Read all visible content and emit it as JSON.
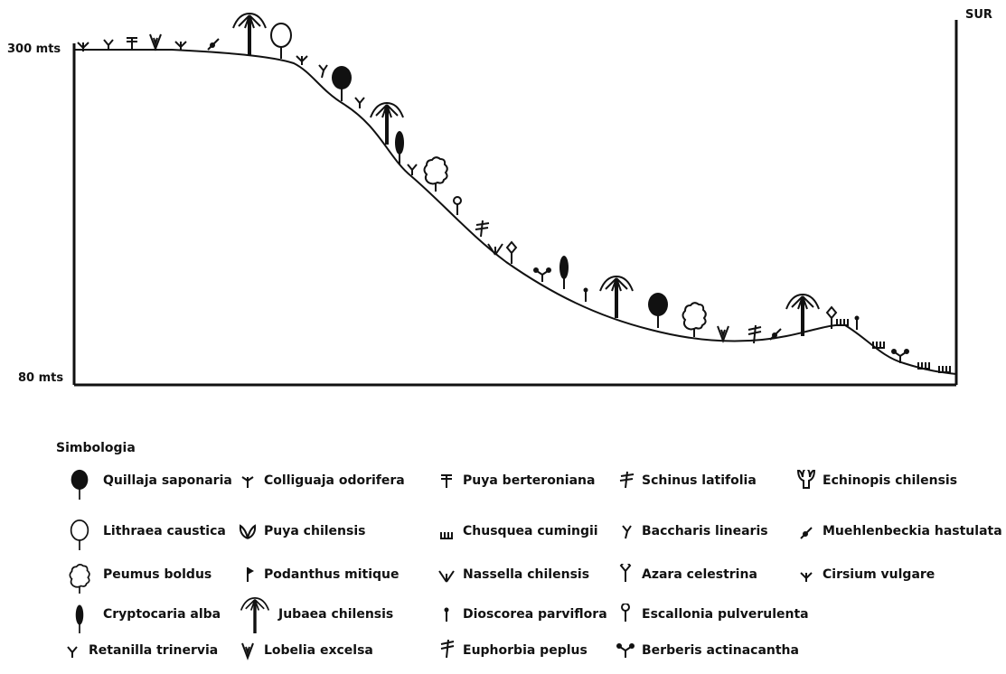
{
  "diagram": {
    "top_elevation_label": "300 mts",
    "bottom_elevation_label": "80 mts",
    "direction_label": "SUR"
  },
  "legend": {
    "title": "Simbologia",
    "items": [
      {
        "key": "quillaja",
        "label": "Quillaja saponaria",
        "icon": "filled-round-tree-icon"
      },
      {
        "key": "lithraea",
        "label": "Lithraea caustica",
        "icon": "hollow-round-tree-icon"
      },
      {
        "key": "peumus",
        "label": "Peumus boldus",
        "icon": "cloud-tree-icon"
      },
      {
        "key": "cryptocarya",
        "label": "Cryptocaria alba",
        "icon": "oval-tree-icon"
      },
      {
        "key": "retanilla",
        "label": "Retanilla trinervia",
        "icon": "y-shrub-icon"
      },
      {
        "key": "colliguaja",
        "label": "Colliguaja odorifera",
        "icon": "trident-shrub-icon"
      },
      {
        "key": "puyachil",
        "label": "Puya chilensis",
        "icon": "leaf-rosette-icon"
      },
      {
        "key": "podanthus",
        "label": "Podanthus mitique",
        "icon": "flag-icon"
      },
      {
        "key": "jubaea",
        "label": "Jubaea chilensis",
        "icon": "palm-icon"
      },
      {
        "key": "lobelia",
        "label": "Lobelia excelsa",
        "icon": "v-cup-icon"
      },
      {
        "key": "puyabert",
        "label": "Puya berteroniana",
        "icon": "double-cross-icon"
      },
      {
        "key": "chusquea",
        "label": "Chusquea cumingii",
        "icon": "grass-comb-icon"
      },
      {
        "key": "nassella",
        "label": "Nassella chilensis",
        "icon": "v-grass-icon"
      },
      {
        "key": "dioscorea",
        "label": "Dioscorea parviflora",
        "icon": "dot-stem-icon"
      },
      {
        "key": "euphorbia",
        "label": "Euphorbia peplus",
        "icon": "slash-cross-icon"
      },
      {
        "key": "schinus",
        "label": "Schinus latifolia",
        "icon": "hash-cross-icon"
      },
      {
        "key": "baccharis",
        "label": "Baccharis linearis",
        "icon": "slanted-y-icon"
      },
      {
        "key": "azara",
        "label": "Azara celestrina",
        "icon": "diamond-stem-icon"
      },
      {
        "key": "escallonia",
        "label": "Escallonia pulverulenta",
        "icon": "ring-stem-icon"
      },
      {
        "key": "berberis",
        "label": "Berberis actinacantha",
        "icon": "two-dot-fork-icon"
      },
      {
        "key": "echinopsis",
        "label": "Echinopis chilensis",
        "icon": "cactus-icon"
      },
      {
        "key": "muehlenbeckia",
        "label": "Muehlenbeckia hastulata",
        "icon": "dot-slash-icon"
      },
      {
        "key": "cirsium",
        "label": "Cirsium vulgare",
        "icon": "trident-v-icon"
      }
    ]
  }
}
